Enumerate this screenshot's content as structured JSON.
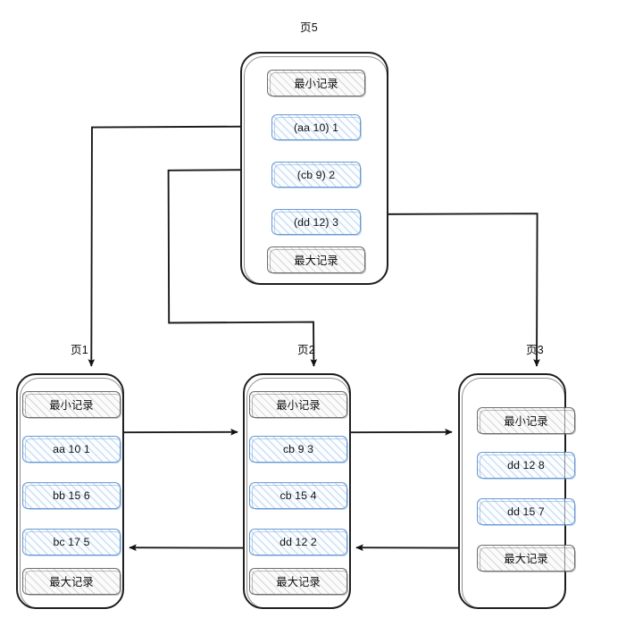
{
  "diagram": {
    "type": "b-plus-tree-index-pages",
    "background": "#ffffff",
    "colors": {
      "leaf_node_border": "#6b9ad2",
      "leaf_node_fill": "#fbfdff",
      "sentinel_node_border": "#6f6f6f",
      "sentinel_node_fill": "#fbfbfb",
      "connector": "#1f1f1f",
      "page_border": "#1f1f1f"
    }
  },
  "pages": [
    {
      "id": "page5",
      "label": "页5",
      "role": "directory-page",
      "nodes": [
        {
          "text": "最小记录",
          "kind": "sentinel"
        },
        {
          "text": "(aa 10) 1",
          "kind": "record"
        },
        {
          "text": "(cb 9) 2",
          "kind": "record"
        },
        {
          "text": "(dd 12) 3",
          "kind": "record"
        },
        {
          "text": "最大记录",
          "kind": "sentinel"
        }
      ]
    },
    {
      "id": "page1",
      "label": "页1",
      "role": "leaf-page",
      "nodes": [
        {
          "text": "最小记录",
          "kind": "sentinel"
        },
        {
          "text": "aa 10 1",
          "kind": "record"
        },
        {
          "text": "bb 15 6",
          "kind": "record"
        },
        {
          "text": "bc 17 5",
          "kind": "record"
        },
        {
          "text": "最大记录",
          "kind": "sentinel"
        }
      ]
    },
    {
      "id": "page2",
      "label": "页2",
      "role": "leaf-page",
      "nodes": [
        {
          "text": "最小记录",
          "kind": "sentinel"
        },
        {
          "text": "cb 9 3",
          "kind": "record"
        },
        {
          "text": "cb 15 4",
          "kind": "record"
        },
        {
          "text": "dd 12 2",
          "kind": "record"
        },
        {
          "text": "最大记录",
          "kind": "sentinel"
        }
      ]
    },
    {
      "id": "page3",
      "label": "页3",
      "role": "leaf-page",
      "nodes": [
        {
          "text": "最小记录",
          "kind": "sentinel"
        },
        {
          "text": "dd 12 8",
          "kind": "record"
        },
        {
          "text": "dd 15 7",
          "kind": "record"
        },
        {
          "text": "最大记录",
          "kind": "sentinel"
        }
      ]
    }
  ],
  "links": [
    {
      "from": "(aa 10) 1",
      "to": "页1",
      "style": "orthogonal-left"
    },
    {
      "from": "(cb 9) 2",
      "to": "页2",
      "style": "orthogonal-left-down-right"
    },
    {
      "from": "(dd 12) 3",
      "to": "页3",
      "style": "orthogonal-right"
    },
    {
      "from": "页1",
      "to": "页2",
      "style": "next-pointer"
    },
    {
      "from": "页2",
      "to": "页3",
      "style": "next-pointer"
    },
    {
      "from": "页3",
      "to": "页2",
      "style": "prev-pointer"
    },
    {
      "from": "页2",
      "to": "页1",
      "style": "prev-pointer"
    }
  ]
}
